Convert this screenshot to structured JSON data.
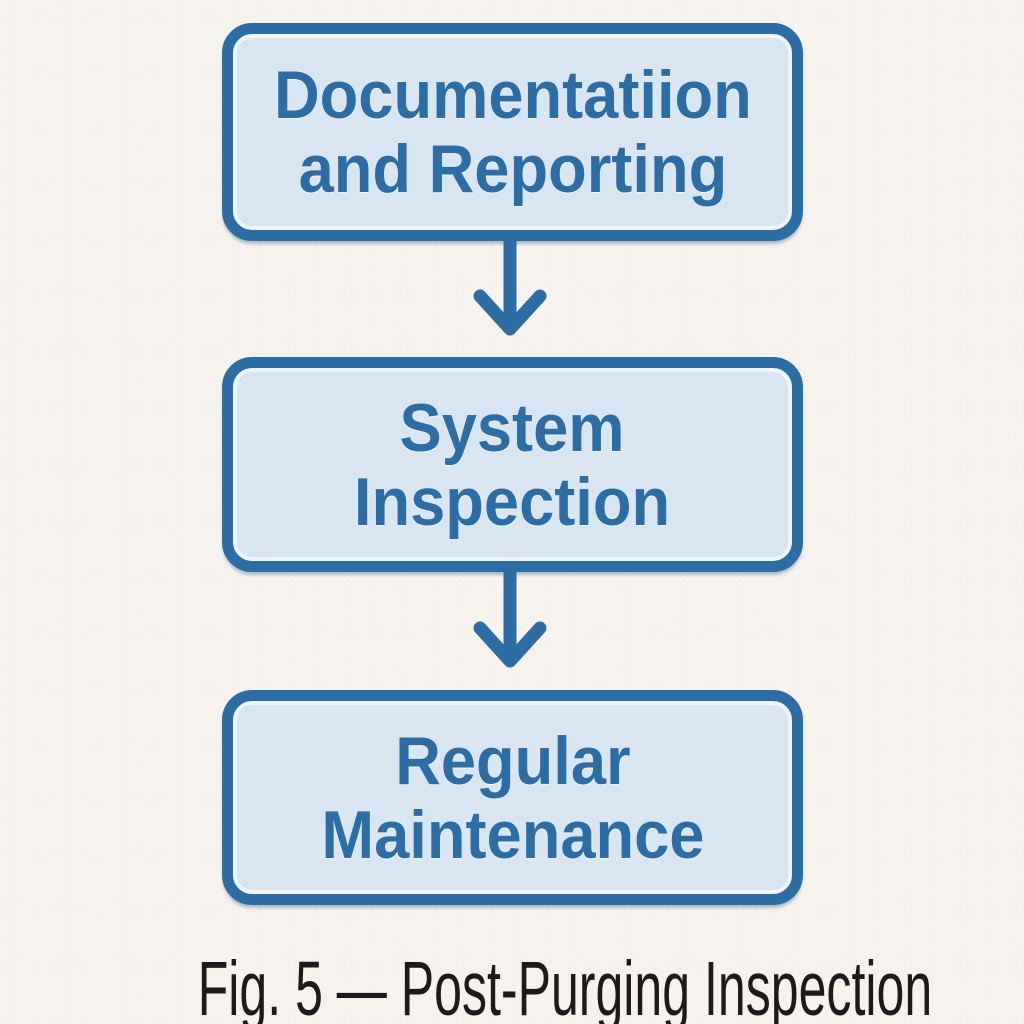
{
  "theme": {
    "background": "#f6f3ee",
    "node_fill": "#d9e6f1",
    "accent": "#2e6da4",
    "caption_text": "#1c1b19"
  },
  "flowchart": {
    "type": "vertical-flow",
    "connector": "arrow-down",
    "nodes": [
      {
        "id": "documentation-and-reporting",
        "lines": [
          "Documentatiion",
          "and Reporting"
        ]
      },
      {
        "id": "system-inspection",
        "lines": [
          "System",
          "Inspection"
        ]
      },
      {
        "id": "regular-maintenance",
        "lines": [
          "Regular",
          "Maintenance"
        ]
      }
    ]
  },
  "caption": {
    "text": "Fig. 5 — Post-Purging Inspection"
  }
}
